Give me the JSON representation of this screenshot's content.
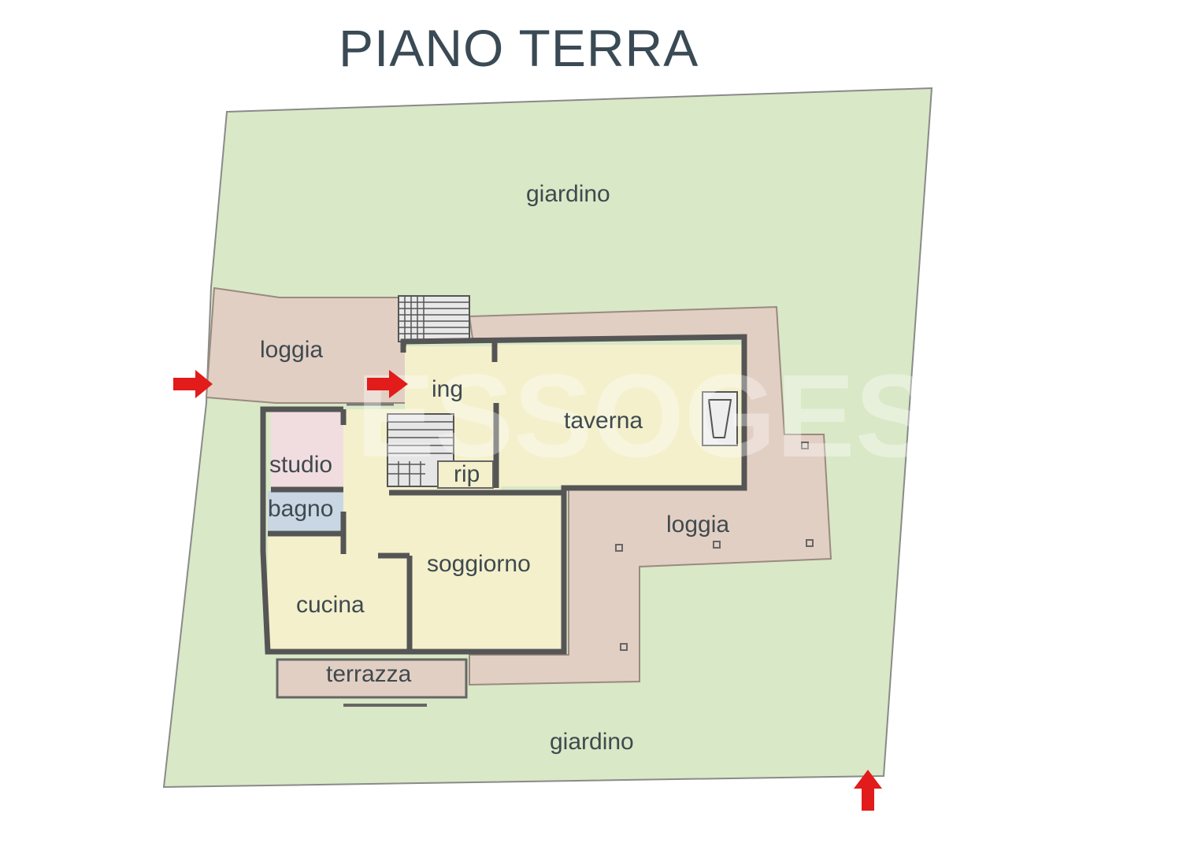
{
  "title": "PIANO TERRA",
  "watermark": "ESSOGES",
  "colors": {
    "garden": "#d9e8c6",
    "loggia": "#e2cfc3",
    "interior": "#f4f0cc",
    "studio": "#f1dde0",
    "bagno": "#c8d7e3",
    "arrow": "#e21b1b",
    "text": "#3f4a4f"
  },
  "rooms": {
    "giardino_top": "giardino",
    "giardino_bottom": "giardino",
    "loggia_left": "loggia",
    "loggia_right": "loggia",
    "ing": "ing",
    "taverna": "taverna",
    "studio": "studio",
    "rip": "rip",
    "bagno": "bagno",
    "soggiorno": "soggiorno",
    "cucina": "cucina",
    "terrazza": "terrazza"
  },
  "icons": [
    "entrance-arrow-left",
    "entrance-arrow-ing",
    "entrance-arrow-bottom"
  ]
}
